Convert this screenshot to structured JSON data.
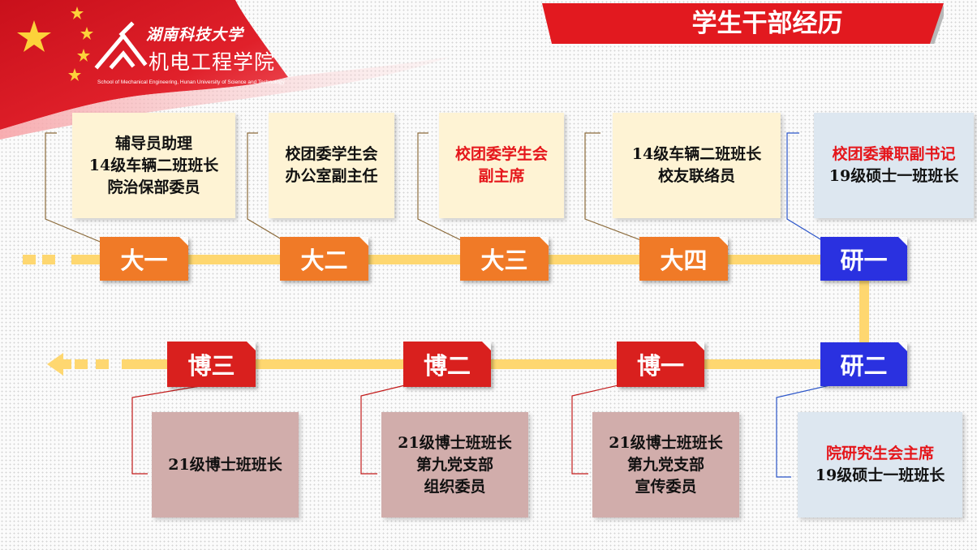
{
  "header": {
    "university": "湖南科技大学",
    "school": "机电工程学院",
    "school_en": "School of Mechanical Engineering, Hunan University of Science and Technology",
    "title": "学生干部经历"
  },
  "timeline_top": [
    {
      "label": "大一",
      "roles": [
        {
          "text": "辅导员助理"
        },
        {
          "text": "14级车辆二班班长"
        },
        {
          "text": "院治保部委员"
        }
      ]
    },
    {
      "label": "大二",
      "roles": [
        {
          "text": "校团委学生会"
        },
        {
          "text": "办公室副主任"
        }
      ]
    },
    {
      "label": "大三",
      "roles": [
        {
          "text": "校团委学生会",
          "highlight": true
        },
        {
          "text": "副主席",
          "highlight": true
        }
      ]
    },
    {
      "label": "大四",
      "roles": [
        {
          "text": "14级车辆二班班长"
        },
        {
          "text": "校友联络员"
        }
      ]
    },
    {
      "label": "研一",
      "roles": [
        {
          "text": "校团委兼职副书记",
          "highlight": true
        },
        {
          "text": "19级硕士一班班长"
        }
      ]
    }
  ],
  "timeline_bottom": [
    {
      "label": "研二",
      "roles": [
        {
          "text": "院研究生会主席",
          "highlight": true
        },
        {
          "text": "19级硕士一班班长"
        }
      ]
    },
    {
      "label": "博一",
      "roles": [
        {
          "text": "21级博士班班长"
        },
        {
          "text": "第九党支部"
        },
        {
          "text": "宣传委员"
        }
      ]
    },
    {
      "label": "博二",
      "roles": [
        {
          "text": "21级博士班班长"
        },
        {
          "text": "第九党支部"
        },
        {
          "text": "组织委员"
        }
      ]
    },
    {
      "label": "博三",
      "roles": [
        {
          "text": "21级博士班班长"
        }
      ]
    }
  ],
  "colors": {
    "timeline_line": "#fed770",
    "undergrad_tab": "#f07a27",
    "master_tab": "#2a31e0",
    "doctor_tab": "#d9201e",
    "highlight_text": "#e5161b",
    "title_bar": "#e2191f"
  }
}
